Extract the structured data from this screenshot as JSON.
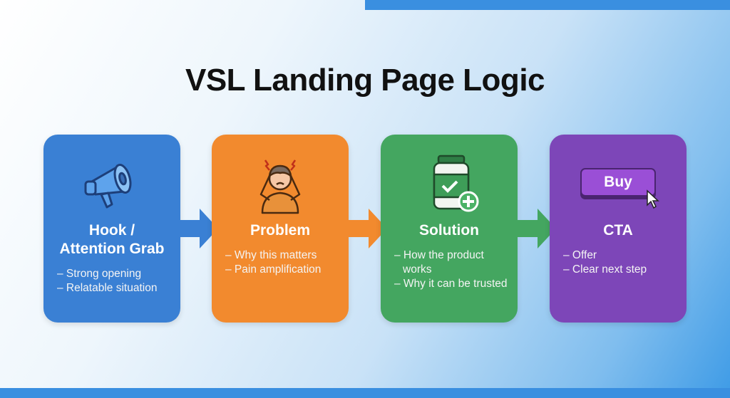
{
  "title": "VSL Landing Page Logic",
  "colors": {
    "hook": "#3a80d4",
    "problem": "#f28a2e",
    "solution": "#44a660",
    "cta": "#7d46b8"
  },
  "steps": [
    {
      "icon": "megaphone-icon",
      "title_lines": [
        "Hook /",
        "Attention Grab"
      ],
      "bullets": [
        "– Strong opening",
        "– Relatable situation"
      ]
    },
    {
      "icon": "stressed-person-icon",
      "title_lines": [
        "Problem"
      ],
      "bullets": [
        "– Why this matters",
        "– Pain amplification"
      ]
    },
    {
      "icon": "product-jar-icon",
      "title_lines": [
        "Solution"
      ],
      "bullets": [
        "– How the product works",
        "– Why it can be trusted"
      ]
    },
    {
      "icon": "buy-button-icon",
      "title_lines": [
        "CTA"
      ],
      "bullets": [
        "– Offer",
        "– Clear next step"
      ],
      "button_label": "Buy"
    }
  ]
}
